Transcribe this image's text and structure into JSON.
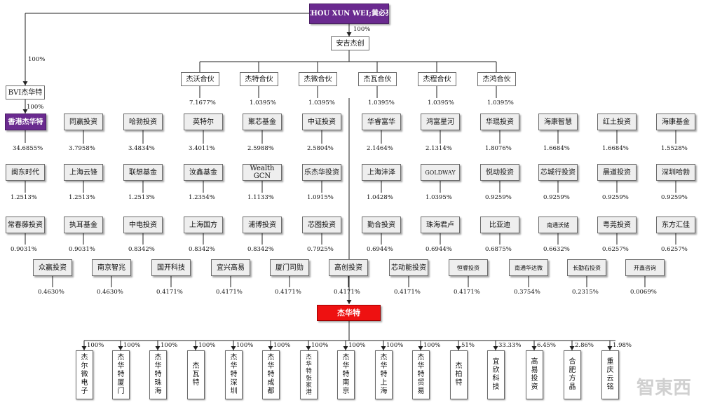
{
  "top": {
    "owner": "ZHOU XUN WEI;黄必亮",
    "owner_to_anji_pct": "100%",
    "owner_to_bv_pct": "100%",
    "anji": "安吉杰创"
  },
  "partnerships": [
    {
      "name": "杰沃合伙",
      "pct": "7.1677%"
    },
    {
      "name": "杰特合伙",
      "pct": "1.0395%"
    },
    {
      "name": "杰微合伙",
      "pct": "1.0395%"
    },
    {
      "name": "杰瓦合伙",
      "pct": "1.0395%"
    },
    {
      "name": "杰程合伙",
      "pct": "1.0395%"
    },
    {
      "name": "杰鸿合伙",
      "pct": "1.0395%"
    }
  ],
  "bv": {
    "name": "BVI杰华特",
    "pct": "100%"
  },
  "hk": {
    "name": "香港杰华特",
    "pct": "34.6855%"
  },
  "row1": [
    {
      "name": "同赢投资",
      "pct": "3.7958%"
    },
    {
      "name": "哈勃投资",
      "pct": "3.4834%"
    },
    {
      "name": "英特尔",
      "pct": "3.4011%"
    },
    {
      "name": "聚芯基金",
      "pct": "2.5988%"
    },
    {
      "name": "中证投资",
      "pct": "2.5804%"
    },
    {
      "name": "华睿富华",
      "pct": "2.1464%"
    },
    {
      "name": "鸿富星河",
      "pct": "2.1314%"
    },
    {
      "name": "华琨投资",
      "pct": "1.8076%"
    },
    {
      "name": "海康智慧",
      "pct": "1.6684%"
    },
    {
      "name": "红土投资",
      "pct": "1.6684%"
    },
    {
      "name": "海康基金",
      "pct": "1.5528%"
    }
  ],
  "row2": [
    {
      "name": "闽东时代",
      "pct": "1.2513%"
    },
    {
      "name": "上海云锋",
      "pct": "1.2513%"
    },
    {
      "name": "联想基金",
      "pct": "1.2513%"
    },
    {
      "name": "汝鑫基金",
      "pct": "1.2354%"
    },
    {
      "name": "Wealth\nGCN",
      "pct": "1.1133%"
    },
    {
      "name": "乐杰华投资",
      "pct": "1.0915%"
    },
    {
      "name": "上海沣泽",
      "pct": "1.0428%"
    },
    {
      "name": "GOLDWAY",
      "pct": "1.0395%"
    },
    {
      "name": "悦动投资",
      "pct": "0.9259%"
    },
    {
      "name": "芯城行投资",
      "pct": "0.9259%"
    },
    {
      "name": "晨道投资",
      "pct": "0.9259%"
    },
    {
      "name": "深圳哈勃",
      "pct": "0.9259%"
    }
  ],
  "row3": [
    {
      "name": "常春藤投资",
      "pct": "0.9031%"
    },
    {
      "name": "执耳基金",
      "pct": "0.9031%"
    },
    {
      "name": "中电投资",
      "pct": "0.8342%"
    },
    {
      "name": "上海国方",
      "pct": "0.8342%"
    },
    {
      "name": "浦博投资",
      "pct": "0.8342%"
    },
    {
      "name": "芯图投资",
      "pct": "0.7925%"
    },
    {
      "name": "勤合投资",
      "pct": "0.6944%"
    },
    {
      "name": "珠海君卢",
      "pct": "0.6944%"
    },
    {
      "name": "比亚迪",
      "pct": "0.6875%"
    },
    {
      "name": "南通沃储",
      "pct": "0.6632%"
    },
    {
      "name": "粤莞投资",
      "pct": "0.6257%"
    },
    {
      "name": "东方汇佳",
      "pct": "0.6257%"
    }
  ],
  "row4": [
    {
      "name": "众赢投资",
      "pct": "0.4630%"
    },
    {
      "name": "南京智兆",
      "pct": "0.4630%"
    },
    {
      "name": "国开科技",
      "pct": "0.4171%"
    },
    {
      "name": "宜兴高易",
      "pct": "0.4171%"
    },
    {
      "name": "厦门司勋",
      "pct": "0.4171%"
    },
    {
      "name": "高创投资",
      "pct": "0.4171%"
    },
    {
      "name": "芯动能投资",
      "pct": "0.4171%"
    },
    {
      "name": "恒睿投资",
      "pct": "0.4171%"
    },
    {
      "name": "南通华达微",
      "pct": "0.3754%"
    },
    {
      "name": "长勤右投资",
      "pct": "0.2315%"
    },
    {
      "name": "开鑫咨询",
      "pct": "0.0069%"
    }
  ],
  "company": "杰华特",
  "subsidiaries": [
    {
      "name": "杰尔微电子",
      "pct": "100%"
    },
    {
      "name": "杰华特厦门",
      "pct": "100%"
    },
    {
      "name": "杰华特珠海",
      "pct": "100%"
    },
    {
      "name": "杰瓦特",
      "pct": "100%"
    },
    {
      "name": "杰华特深圳",
      "pct": "100%"
    },
    {
      "name": "杰华特成都",
      "pct": "100%"
    },
    {
      "name": "杰华特张家港",
      "pct": "100%"
    },
    {
      "name": "杰华特南京",
      "pct": "100%"
    },
    {
      "name": "杰华特上海",
      "pct": "100%"
    },
    {
      "name": "杰华特贸易",
      "pct": "100%"
    },
    {
      "name": "杰柏特",
      "pct": "51%"
    },
    {
      "name": "宜欣科技",
      "pct": "33.33%"
    },
    {
      "name": "高易投资",
      "pct": "6.45%"
    },
    {
      "name": "合肥方晶",
      "pct": "2.86%"
    },
    {
      "name": "重庆云铭",
      "pct": "1.98%"
    }
  ],
  "watermark": "智東西"
}
